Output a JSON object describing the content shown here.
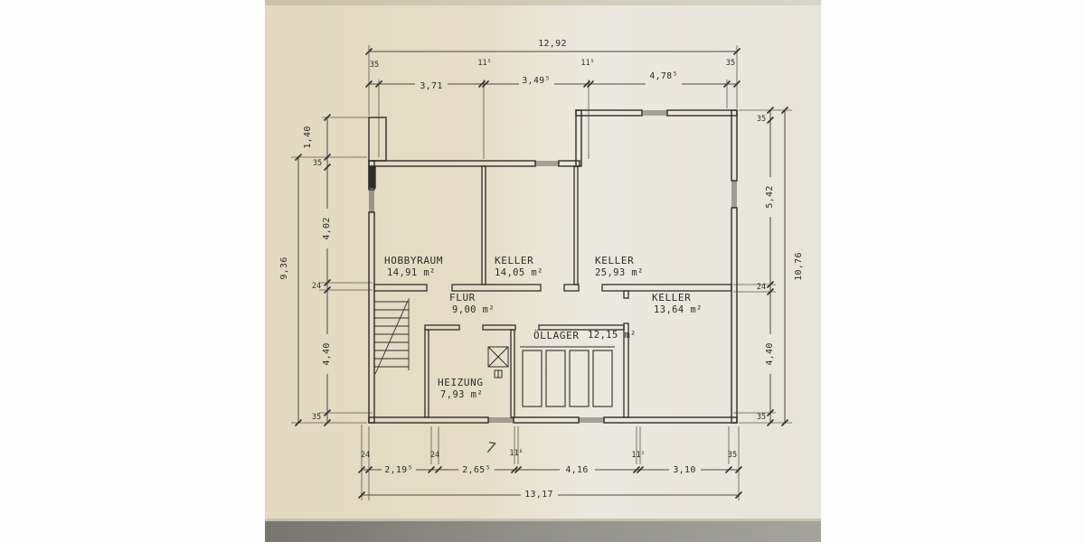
{
  "rooms": [
    {
      "name": "HOBBYRAUM",
      "area": "14,91 m²"
    },
    {
      "name": "KELLER",
      "area": "14,05 m²"
    },
    {
      "name": "KELLER",
      "area": "25,93 m²"
    },
    {
      "name": "FLUR",
      "area": "9,00 m²"
    },
    {
      "name": "KELLER",
      "area": "13,64 m²"
    },
    {
      "name": "ÖLLAGER",
      "area": "12,15 m²"
    },
    {
      "name": "HEIZUNG",
      "area": "7,93 m²"
    }
  ],
  "dimensions": {
    "top": {
      "overall": "12,92",
      "chain": [
        "35",
        "3,71",
        "11⁵",
        "3,49⁵",
        "11⁵",
        "4,78⁵",
        "35"
      ]
    },
    "bottom": {
      "overall": "13,17",
      "chain": [
        "24",
        "2,19⁵",
        "24",
        "2,65⁵",
        "11⁶",
        "4,16",
        "11⁵",
        "3,10",
        "35"
      ]
    },
    "left": {
      "overall": "9,36",
      "chain": [
        "1,40",
        "35",
        "4,02",
        "24",
        "4,40",
        "35"
      ]
    },
    "right": {
      "overall": "10,76",
      "chain": [
        "35",
        "5,42",
        "24",
        "4,40",
        "35"
      ]
    }
  },
  "annotations": {
    "pencil_mark": "7"
  },
  "colors": {
    "paper_left": "#e5dcc4",
    "paper_right": "#eae7df",
    "ink": "#2e2d2a",
    "scan_edge": "#8a8984"
  }
}
